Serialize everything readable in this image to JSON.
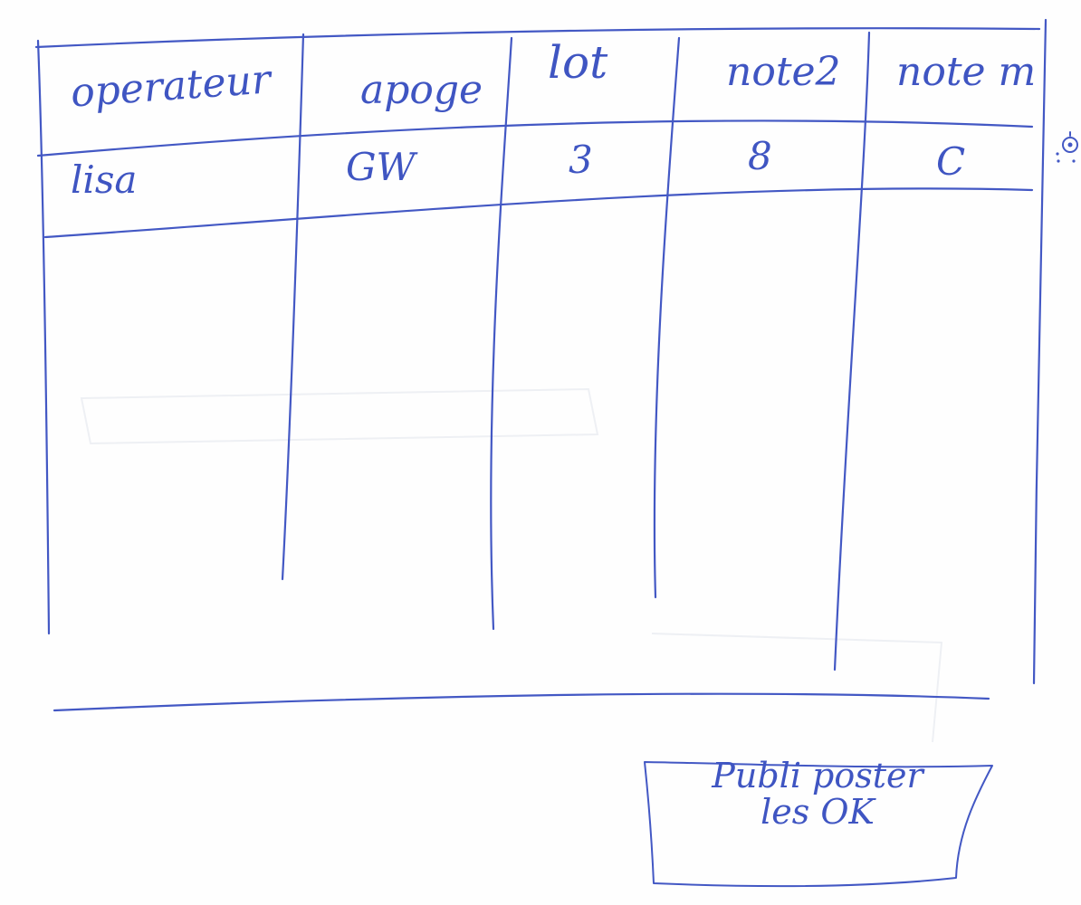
{
  "table": {
    "headers": [
      "operateur",
      "apoge",
      "lot",
      "note2",
      "note m"
    ],
    "rows": [
      [
        "lisa",
        "GW",
        "3",
        "8",
        "C"
      ]
    ]
  },
  "publish_button": {
    "line1": "Publi poster",
    "line2": "les OK"
  },
  "icons": {
    "settings": "gear-icon"
  },
  "colors": {
    "ink": "#4358c4",
    "paper": "#fefefe"
  }
}
